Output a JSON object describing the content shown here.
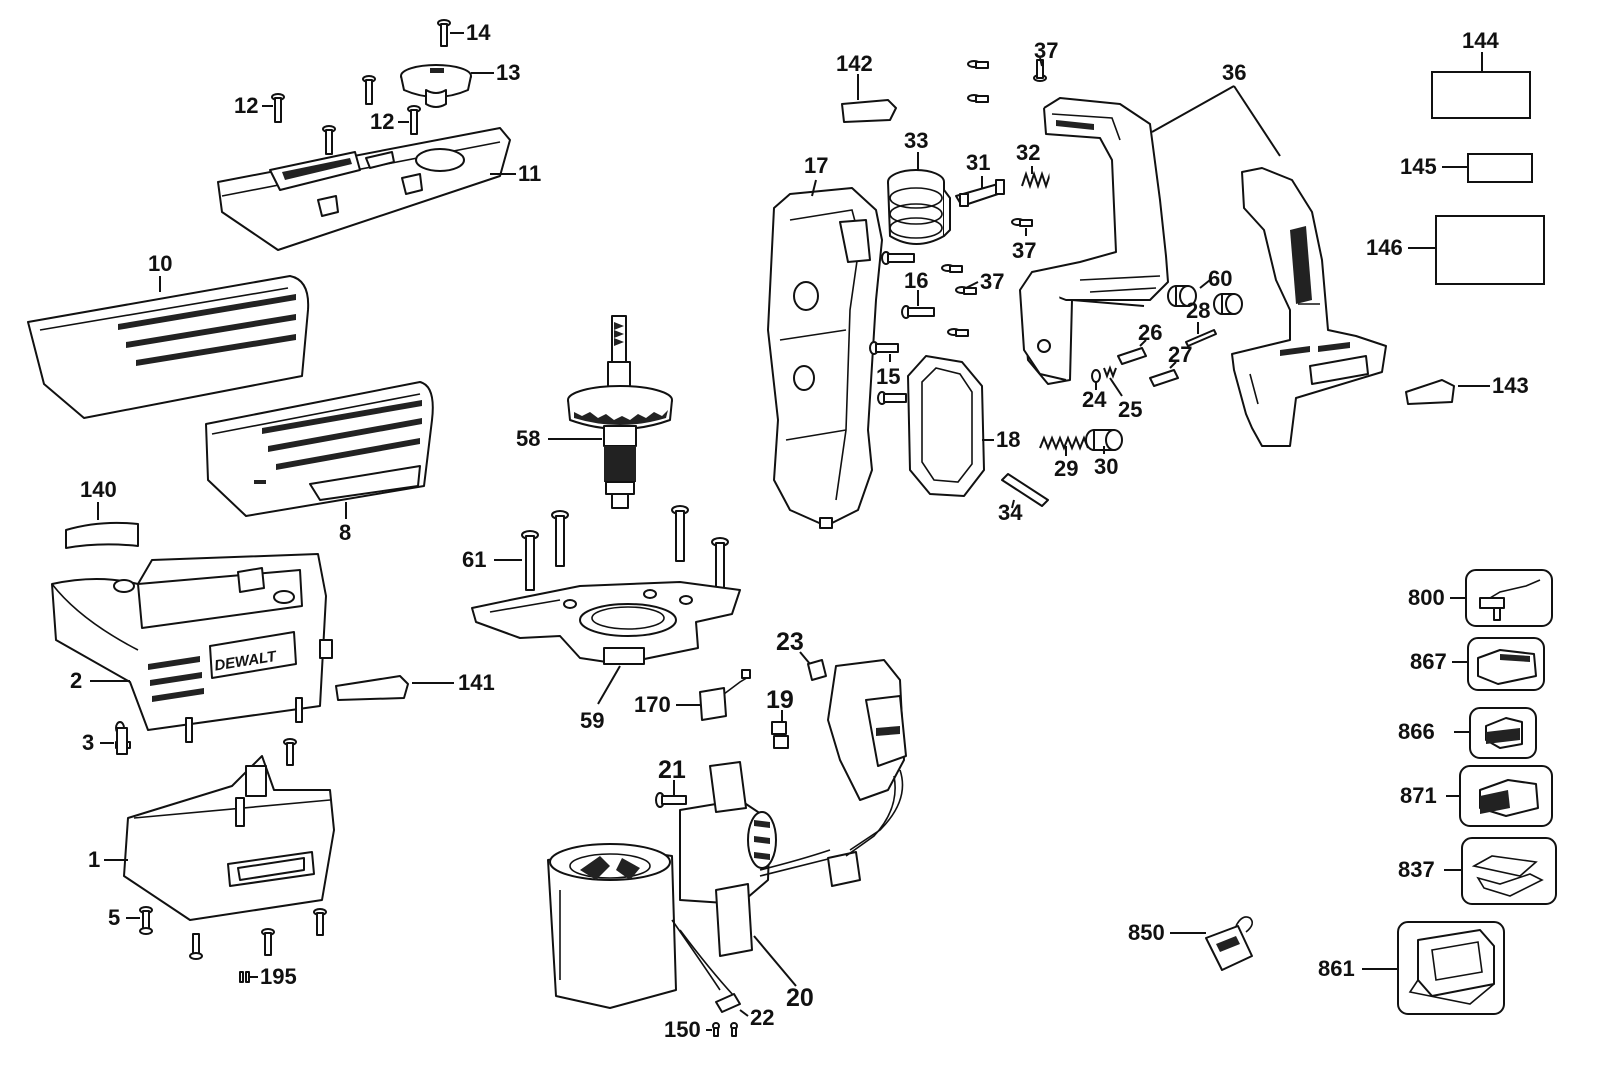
{
  "brand": "DEWALT",
  "labels": {
    "p1": "1",
    "p2": "2",
    "p3": "3",
    "p5": "5",
    "p8": "8",
    "p10": "10",
    "p11": "11",
    "p12a": "12",
    "p12b": "12",
    "p13": "13",
    "p14": "14",
    "p15": "15",
    "p16": "16",
    "p17": "17",
    "p18": "18",
    "p19": "19",
    "p20": "20",
    "p21": "21",
    "p22": "22",
    "p23": "23",
    "p24": "24",
    "p25": "25",
    "p26": "26",
    "p27": "27",
    "p28": "28",
    "p29": "29",
    "p30": "30",
    "p31": "31",
    "p32": "32",
    "p33": "33",
    "p34": "34",
    "p36": "36",
    "p37a": "37",
    "p37b": "37",
    "p37c": "37",
    "p58": "58",
    "p59": "59",
    "p60": "60",
    "p61": "61",
    "p140": "140",
    "p141": "141",
    "p142": "142",
    "p143": "143",
    "p144": "144",
    "p145": "145",
    "p146": "146",
    "p150": "150",
    "p170": "170",
    "p195": "195",
    "p800": "800",
    "p837": "837",
    "p850": "850",
    "p861": "861",
    "p866": "866",
    "p867": "867",
    "p871": "871"
  }
}
